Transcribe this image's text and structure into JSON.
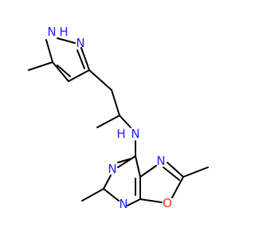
{
  "molecule": {
    "atoms": {
      "pyrazole_nh": "N",
      "pyrazole_nh_h": "H",
      "pyrazole_n": "N",
      "amine_n": "N",
      "amine_h": "H",
      "oxazole_n": "N",
      "pyrimidine_n1": "N",
      "pyrimidine_n3": "N",
      "oxazole_o": "O"
    },
    "colors": {
      "nitrogen": "#1f1fff",
      "oxygen": "#ff2a1f",
      "carbon": "#000000"
    }
  }
}
